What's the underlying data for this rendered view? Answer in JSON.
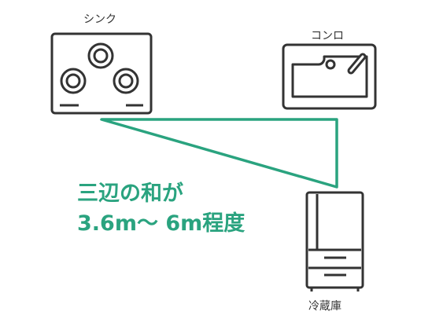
{
  "labels": {
    "sink": "シンク",
    "stove": "コンロ",
    "fridge": "冷蔵庫"
  },
  "note": {
    "line1": "三辺の和が",
    "line2": "3.6m〜 6m程度"
  },
  "colors": {
    "stroke": "#333333",
    "accent": "#2aa37f"
  },
  "icons": [
    "cooktop-icon",
    "sink-basin-icon",
    "refrigerator-icon"
  ]
}
